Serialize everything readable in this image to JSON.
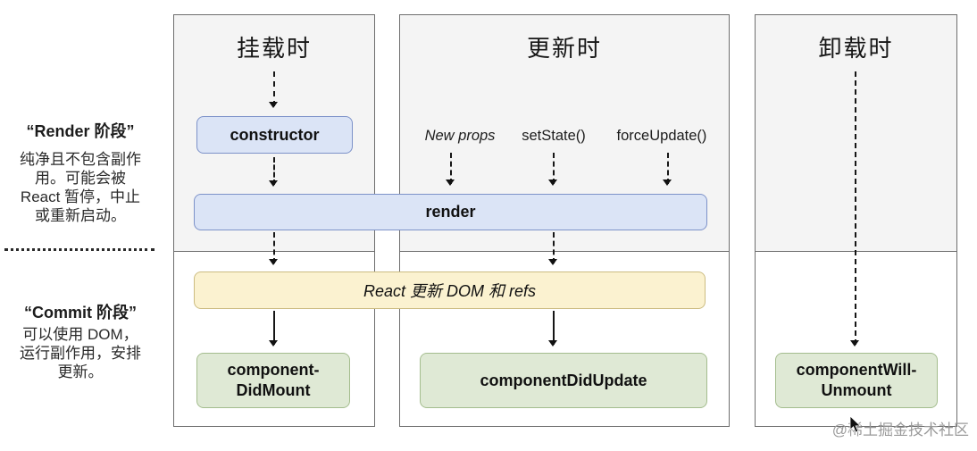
{
  "sidebar": {
    "render_phase": {
      "title": "“Render 阶段”",
      "description": "纯净且不包含副作\n用。可能会被\nReact 暂停，中止\n或重新启动。"
    },
    "commit_phase": {
      "title": "“Commit 阶段”",
      "description": "可以使用 DOM，\n运行副作用，安排\n更新。"
    }
  },
  "columns": {
    "mounting": {
      "title": "挂载时"
    },
    "updating": {
      "title": "更新时",
      "triggers": [
        "New props",
        "setState()",
        "forceUpdate()"
      ]
    },
    "unmounting": {
      "title": "卸载时"
    }
  },
  "nodes": {
    "constructor_label": "constructor",
    "render_label": "render",
    "dom_update_label": "React 更新 DOM 和 refs",
    "component_did_mount_label": "component-\nDidMount",
    "component_did_update_label": "componentDidUpdate",
    "component_will_unmount_label": "componentWill-\nUnmount"
  },
  "watermark": "@稀土掘金技术社区",
  "colors": {
    "lifecycle_box_fill": "#dbe4f6",
    "lifecycle_box_border": "#7d92c9",
    "dom_box_fill": "#fbf2d0",
    "dom_box_border": "#ccbc81",
    "method_box_fill": "#dfe9d5",
    "method_box_border": "#a4bd8e",
    "phase_panel_fill": "#f4f4f4",
    "phase_panel_border": "#6e6e6e"
  }
}
